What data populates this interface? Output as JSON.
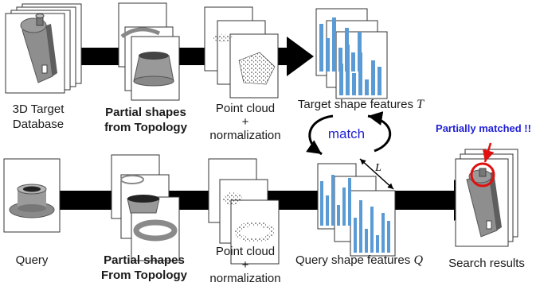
{
  "top_row": {
    "db_label_line1": "3D Target",
    "db_label_line2": "Database",
    "partial_label_line1": "Partial shapes",
    "partial_label_line2": "from Topology",
    "pc_label_line1": "Point cloud",
    "pc_label_line2": "+",
    "pc_label_line3": "normalization",
    "features_label": "Target shape features",
    "features_var": "T"
  },
  "bottom_row": {
    "query_label": "Query",
    "partial_label_line1": "Partial shapes",
    "partial_label_line2": "From Topology",
    "pc_label_line1": "Point cloud",
    "pc_label_line2": "+",
    "pc_label_line3": "normalization",
    "features_label": "Query shape features",
    "features_var": "Q",
    "results_label": "Search results"
  },
  "match_label": "match",
  "distance_label": "L",
  "partially_matched_label": "Partially matched !!",
  "colors": {
    "bar_blue": "#5b9bd5",
    "arrow_black": "#000000",
    "label_blue": "#1f1fd6",
    "highlight_red": "#e01010"
  }
}
